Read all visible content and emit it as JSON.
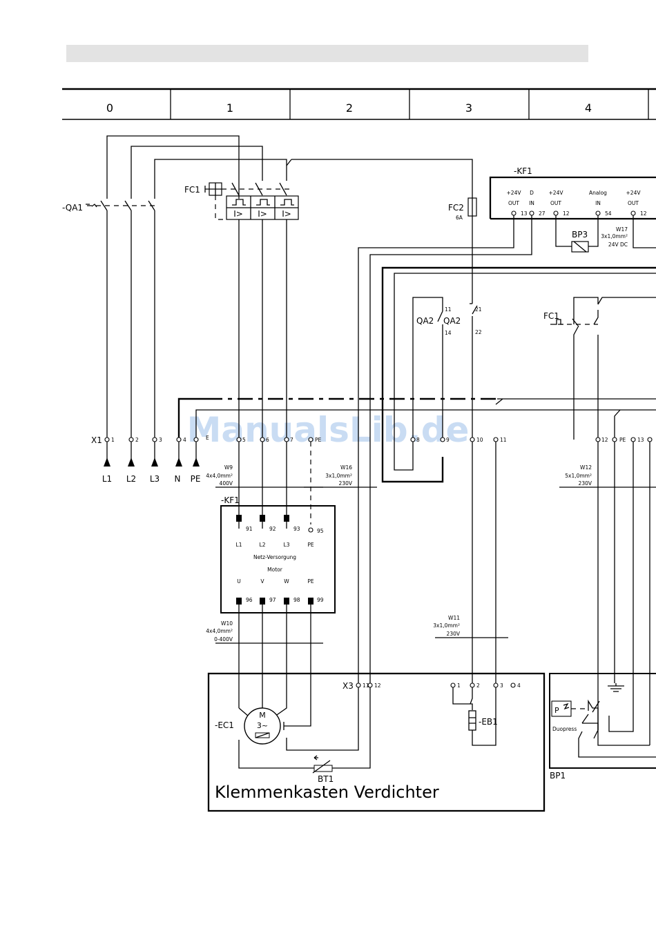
{
  "header_bar": "",
  "grid_columns": [
    "0",
    "1",
    "2",
    "3",
    "4"
  ],
  "labels": {
    "qa1": "-QA1",
    "fc1_top": "FC1",
    "fc2": "FC2",
    "fc2_rating": "6A",
    "kf1_top": "-KF1",
    "kf1_box": "-KF1",
    "bp3": "BP3",
    "qa2_left": "QA2",
    "qa2_right": "QA2",
    "fc1_mid": "FC1",
    "x1": "X1",
    "x3": "X3",
    "ec1": "-EC1",
    "eb1": "-EB1",
    "bt1": "BT1",
    "bp1": "BP1",
    "klemmenkasten": "Klemmenkasten Verdichter",
    "motor_m": "M",
    "motor_3": "3~",
    "pressure_p": "P",
    "duopress": "Duopress",
    "earth_e": "E"
  },
  "breaker_marks": [
    "I>",
    "I>",
    "I>"
  ],
  "kf1_top_terminals": [
    {
      "v": "+24V",
      "d": "OUT",
      "n": "13"
    },
    {
      "v": "D",
      "d": "IN",
      "n": "27"
    },
    {
      "v": "+24V",
      "d": "OUT",
      "n": "12"
    },
    {
      "v": "Analog",
      "d": "IN",
      "n": "54"
    },
    {
      "v": "+24V",
      "d": "OUT",
      "n": "12"
    }
  ],
  "qa2_contacts": [
    "11",
    "14"
  ],
  "fc2_contacts": [
    "21",
    "22"
  ],
  "x1_terminals": [
    "1",
    "2",
    "3",
    "4",
    "E",
    "5",
    "6",
    "7",
    "PE",
    "8",
    "9",
    "10",
    "11",
    "12",
    "PE",
    "13"
  ],
  "supply_labels": [
    "L1",
    "L2",
    "L3",
    "N",
    "PE"
  ],
  "x3_terminals": [
    "1",
    "2",
    "11",
    "12",
    "3",
    "4"
  ],
  "kf1_box": {
    "in_numbers": [
      "91",
      "92",
      "93",
      "95"
    ],
    "in_phases": [
      "L1",
      "L2",
      "L3",
      "PE"
    ],
    "title1": "Netz-Versorgung",
    "title2": "Motor",
    "out_phases": [
      "U",
      "V",
      "W",
      "PE"
    ],
    "out_numbers": [
      "96",
      "97",
      "98",
      "99"
    ]
  },
  "cables": {
    "w9": [
      "W9",
      "4x4,0mm²",
      "400V"
    ],
    "w16": [
      "W16",
      "3x1,0mm²",
      "230V"
    ],
    "w12": [
      "W12",
      "5x1,0mm²",
      "230V"
    ],
    "w10": [
      "W10",
      "4x4,0mm²",
      "0-400V"
    ],
    "w11": [
      "W11",
      "3x1,0mm²",
      "230V"
    ],
    "w17": [
      "W17",
      "3x1,0mm²",
      "24V DC"
    ]
  },
  "watermark": "ManualsLib.de"
}
